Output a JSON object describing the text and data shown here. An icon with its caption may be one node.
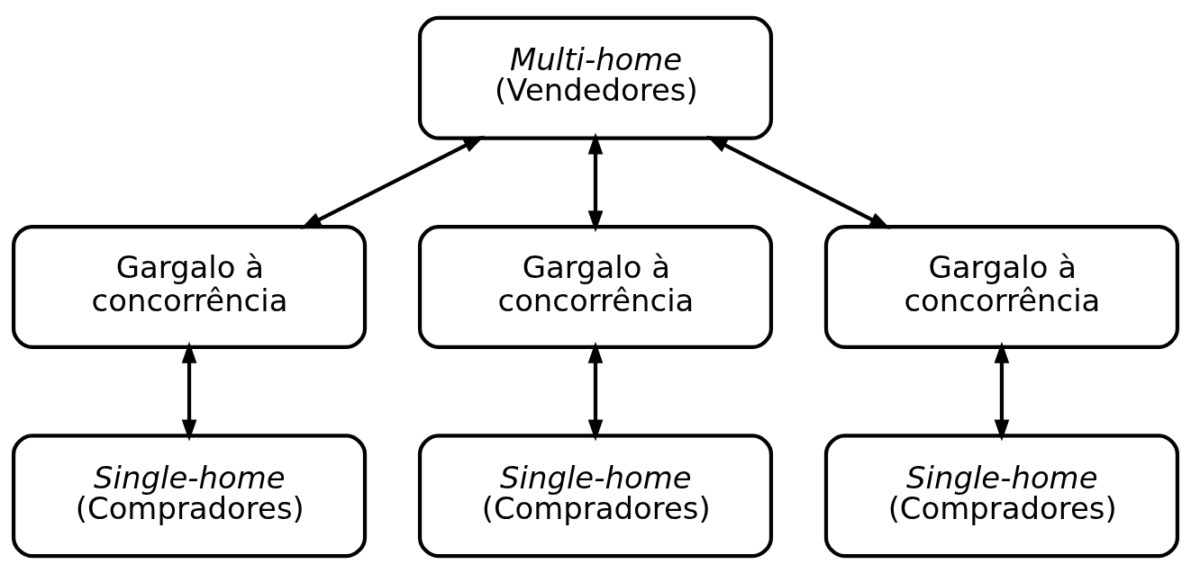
{
  "diagram": {
    "nodes": [
      {
        "text": [
          "Multi-home",
          "(Vendedores)"
        ]
      },
      {
        "text": [
          "Gargalo à concorrência"
        ]
      },
      {
        "text": [
          "Gargalo à concorrência"
        ]
      },
      {
        "text": [
          "Gargalo à concorrência"
        ]
      },
      {
        "text": [
          "Single-home",
          "(Compradores)"
        ]
      },
      {
        "text": [
          "Single-home",
          "(Compradores)"
        ]
      },
      {
        "text": [
          "Single-home",
          "(Compradores)"
        ]
      }
    ],
    "edges": [
      {
        "from": 0,
        "to": 1,
        "arrow": "both"
      },
      {
        "from": 0,
        "to": 2,
        "arrow": "both"
      },
      {
        "from": 0,
        "to": 3,
        "arrow": "both"
      },
      {
        "from": 1,
        "to": 4,
        "arrow": "both"
      },
      {
        "from": 2,
        "to": 5,
        "arrow": "both"
      },
      {
        "from": 3,
        "to": 6,
        "arrow": "both"
      }
    ]
  }
}
